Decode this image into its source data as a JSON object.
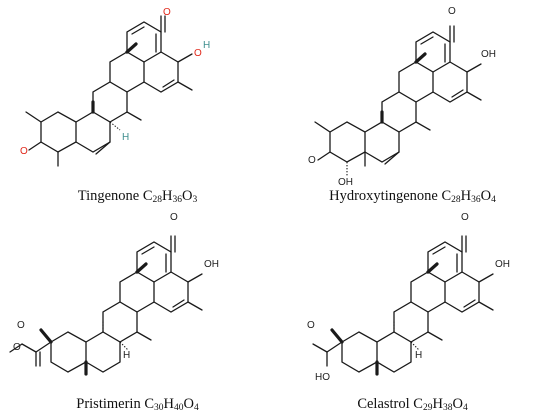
{
  "structures": [
    {
      "id": "tingenone",
      "name": "Tingenone",
      "formula": [
        [
          "C",
          "28"
        ],
        [
          "H",
          "36"
        ],
        [
          "O",
          "3"
        ]
      ],
      "labels": {
        "oxo": "O",
        "hydroxyl": "O",
        "hydroxylH": "H",
        "ketone": "O",
        "hydrogen": "H"
      },
      "colors": {
        "oxygen": "#e0271a",
        "hydrogen": "#3e8e8e"
      }
    },
    {
      "id": "hydroxytingenone",
      "name": "Hydroxytingenone",
      "formula": [
        [
          "C",
          "28"
        ],
        [
          "H",
          "36"
        ],
        [
          "O",
          "4"
        ]
      ],
      "labels": {
        "oxo": "O",
        "hydroxyl": "OH",
        "ketone": "O",
        "extraOH": "OH"
      },
      "colors": {
        "oxygen": "#222222",
        "hydrogen": "#222222"
      }
    },
    {
      "id": "pristimerin",
      "name": "Pristimerin",
      "formula": [
        [
          "C",
          "30"
        ],
        [
          "H",
          "40"
        ],
        [
          "O",
          "4"
        ]
      ],
      "labels": {
        "oxo": "O",
        "hydroxyl": "OH",
        "ester1": "O",
        "ester2": "O",
        "hydrogen": "H"
      },
      "colors": {
        "oxygen": "#222222",
        "hydrogen": "#222222"
      }
    },
    {
      "id": "celastrol",
      "name": "Celastrol",
      "formula": [
        [
          "C",
          "29"
        ],
        [
          "H",
          "38"
        ],
        [
          "O",
          "4"
        ]
      ],
      "labels": {
        "oxo": "O",
        "hydroxyl": "OH",
        "acidO": "O",
        "acidOH": "HO",
        "hydrogen": "H"
      },
      "colors": {
        "oxygen": "#222222",
        "hydrogen": "#222222"
      }
    }
  ]
}
